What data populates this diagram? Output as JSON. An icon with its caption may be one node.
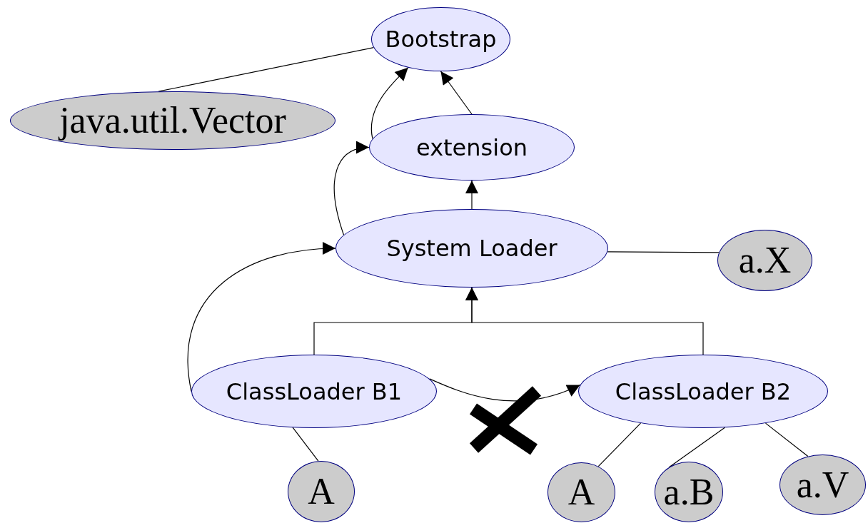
{
  "diagram": {
    "nodes": [
      {
        "text": [
          "Bootstrap"
        ]
      },
      {
        "text": [
          "java.util.Vector"
        ]
      },
      {
        "text": [
          "extension"
        ]
      },
      {
        "text": [
          "System Loader"
        ]
      },
      {
        "text": [
          "a.X"
        ]
      },
      {
        "text": [
          "ClassLoader B1"
        ]
      },
      {
        "text": [
          "ClassLoader B2"
        ]
      },
      {
        "text": [
          "A"
        ]
      },
      {
        "text": [
          "A"
        ]
      },
      {
        "text": [
          "a.B"
        ]
      },
      {
        "text": [
          "a.V"
        ]
      }
    ],
    "edges": [
      {
        "from": 0,
        "to": 1,
        "arrow": "none"
      },
      {
        "from": 2,
        "to": 0,
        "arrow": "to"
      },
      {
        "from": 3,
        "to": 2,
        "arrow": "to"
      },
      {
        "from": 5,
        "to": 3,
        "arrow": "to"
      },
      {
        "from": 6,
        "to": 3,
        "arrow": "to"
      },
      {
        "from": 3,
        "to": 4,
        "arrow": "none"
      },
      {
        "from": 5,
        "to": 7,
        "arrow": "none"
      },
      {
        "from": 6,
        "to": 8,
        "arrow": "none"
      },
      {
        "from": 6,
        "to": 9,
        "arrow": "none"
      },
      {
        "from": 6,
        "to": 10,
        "arrow": "none"
      },
      {
        "from": 5,
        "to": 3,
        "arrow": "to"
      },
      {
        "from": 3,
        "to": 2,
        "arrow": "to"
      },
      {
        "from": 2,
        "to": 0,
        "arrow": "to"
      },
      {
        "from": 5,
        "to": 6,
        "arrow": "to"
      }
    ]
  }
}
